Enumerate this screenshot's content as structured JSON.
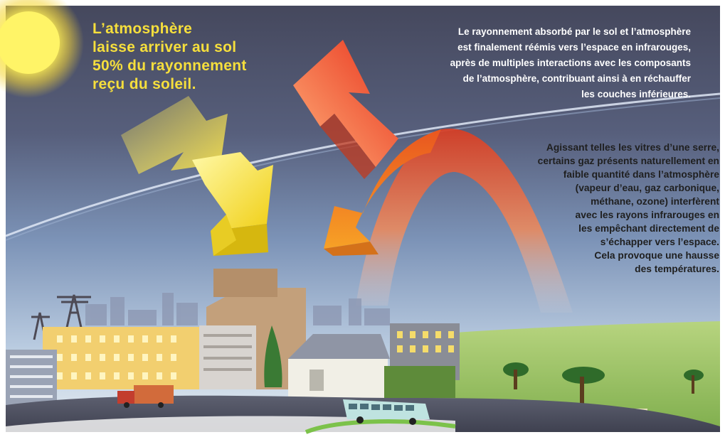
{
  "colors": {
    "sky_top": "#4b4f66",
    "sky_mid": "#6e86ad",
    "sky_bottom": "#dfe8ef",
    "sun": "#fff46a",
    "sun_text": "#f6df3c",
    "white_text": "#ffffff",
    "dark_text": "#1f1f1f",
    "solar_arrow": "#f2d21c",
    "infrared_arrow": "#e94520",
    "grass": "#a9cb6f"
  },
  "icons": {
    "sun": "sun-icon",
    "incoming_arrows": "solar-radiation-arrow",
    "outgoing_arrow": "infrared-arrow",
    "trapped_arrow": "trapped-infrared-arrow"
  },
  "labels": {
    "sun_text": [
      "L’atmosphère",
      "laisse arriver au sol",
      "50% du rayonnement",
      "reçu du soleil."
    ],
    "reemission_text": [
      "Le rayonnement absorbé par le sol et l’atmosphère",
      "est finalement réémis vers l’espace en infrarouges,",
      "après de multiples interactions avec les composants",
      "de l’atmosphère, contribuant ainsi à en réchauffer",
      "les couches inférieures."
    ],
    "greenhouse_text": [
      "Agissant telles les vitres d’une serre,",
      "certains gaz présents naturellement en",
      "faible quantité dans l’atmosphère",
      "(vapeur d’eau, gaz carbonique,",
      "méthane, ozone) interfèrent",
      "avec les rayons infrarouges en",
      "les empêchant directement de",
      "s’échapper vers l’espace.",
      "Cela provoque une hausse",
      "des températures."
    ]
  }
}
